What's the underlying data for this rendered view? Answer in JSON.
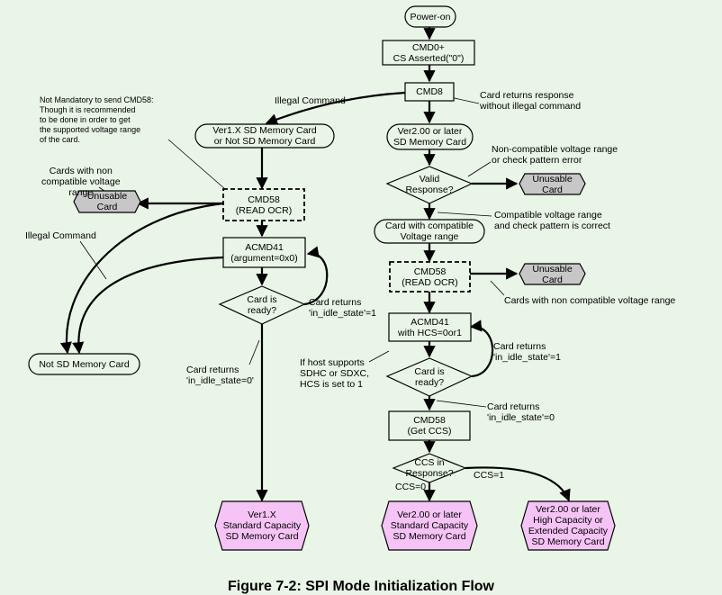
{
  "colors": {
    "background": "#e9f5e6",
    "gray_terminal": "#c7c7c7",
    "pink_terminal": "#f6c3f6",
    "line": "#000000"
  },
  "nodes": {
    "power_on": "Power-on",
    "cmd0": [
      "CMD0+",
      "CS Asserted(\"0\")"
    ],
    "cmd8": "CMD8",
    "ver1x_card": [
      "Ver1.X SD Memory Card",
      "or Not SD Memory Card"
    ],
    "ver2_card": [
      "Ver2.00 or later",
      "SD Memory Card"
    ],
    "valid_response": [
      "Valid",
      "Response?"
    ],
    "unusable_card_right_top": [
      "Unusable",
      "Card"
    ],
    "unusable_card_left": [
      "Unusable",
      "Card"
    ],
    "cmd58_left": [
      "CMD58",
      "(READ OCR)"
    ],
    "compatible_card": [
      "Card with compatible",
      "Voltage range"
    ],
    "cmd58_right": [
      "CMD58",
      "(READ OCR)"
    ],
    "unusable_card_right_mid": [
      "Unusable",
      "Card"
    ],
    "acmd41_left": [
      "ACMD41",
      "(argument=0x0)"
    ],
    "card_ready_left": [
      "Card is",
      "ready?"
    ],
    "acmd41_right": [
      "ACMD41",
      "with HCS=0or1"
    ],
    "card_ready_right": [
      "Card is",
      "ready?"
    ],
    "not_sd_card": "Not SD Memory Card",
    "cmd58_ccs": [
      "CMD58",
      "(Get CCS)"
    ],
    "ccs_decision": [
      "CCS in",
      "Response?"
    ],
    "ver1x_std": [
      "Ver1.X",
      "Standard Capacity",
      "SD Memory Card"
    ],
    "ver2_std": [
      "Ver2.00 or later",
      "Standard Capacity",
      "SD Memory Card"
    ],
    "ver2_high": [
      "Ver2.00 or later",
      "High Capacity or",
      "Extended Capacity",
      "SD Memory Card"
    ]
  },
  "annotations": {
    "illegal_command_top": "Illegal Command",
    "card_returns_response": [
      "Card returns response",
      "without illegal command"
    ],
    "not_mandatory": [
      "Not Mandatory to send CMD58:",
      "Though it is recommended",
      "to be done in order to get",
      "the supported voltage range",
      "of the card."
    ],
    "non_compatible_voltage": [
      "Non-compatible voltage range",
      "or check pattern error"
    ],
    "cards_non_compatible_left": [
      "Cards with non",
      "compatible voltage",
      "range"
    ],
    "compatible_voltage": [
      "Compatible voltage range",
      "and check pattern is correct"
    ],
    "illegal_command_left": "Illegal Command",
    "cards_non_compatible_right": "Cards with non compatible voltage range",
    "card_returns_idle1_left": [
      "Card returns",
      "'in_idle_state'=1"
    ],
    "card_returns_idle1_right": [
      "Card returns",
      "'in_idle_state'=1"
    ],
    "host_supports": [
      "If host supports",
      "SDHC or SDXC,",
      "HCS is set to 1"
    ],
    "card_returns_idle0_left": [
      "Card returns",
      "'in_idle_state=0'"
    ],
    "card_returns_idle0_right": [
      "Card returns",
      "'in_idle_state'=0"
    ],
    "ccs0": "CCS=0",
    "ccs1": "CCS=1"
  },
  "caption": "Figure 7-2: SPI Mode Initialization Flow"
}
